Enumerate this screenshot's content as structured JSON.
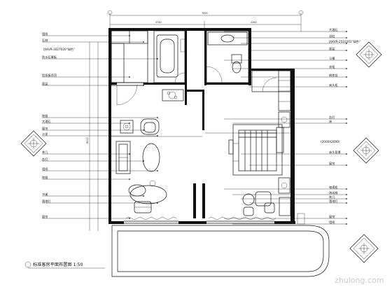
{
  "drawing": {
    "title": "标准客房平面布置图 1:50",
    "watermark": "zhulong.com",
    "room_size_label": "(2000X2000)",
    "dimensions": {
      "overall": "7000",
      "left_seg": "3740",
      "right_seg": "2260",
      "vertical": "8000"
    },
    "left_notes": [
      "",
      "墙纸",
      "石材",
      "防水石膏板",
      "铝扣板吊顶",
      "面盆",
      "地毯",
      "大理石",
      "窗帘",
      "沙发",
      "茶几",
      "台灯",
      "墙纸",
      "地毯",
      "书桌",
      "落地灯",
      "窗帘"
    ],
    "left_note_code": "仿KVR-3027020\"绿色\"",
    "right_notes": [
      "大理石",
      "浴缸",
      "仿KVR-2510201\"绿色\"",
      "面盆",
      "马桶",
      "衣柜",
      "梳妆台",
      "床头柜",
      "台灯",
      "床",
      "床头背景",
      "窗帘",
      "电视柜",
      "休闲椅",
      "茶几",
      "落地灯",
      "窗帘",
      "墙纸"
    ]
  }
}
